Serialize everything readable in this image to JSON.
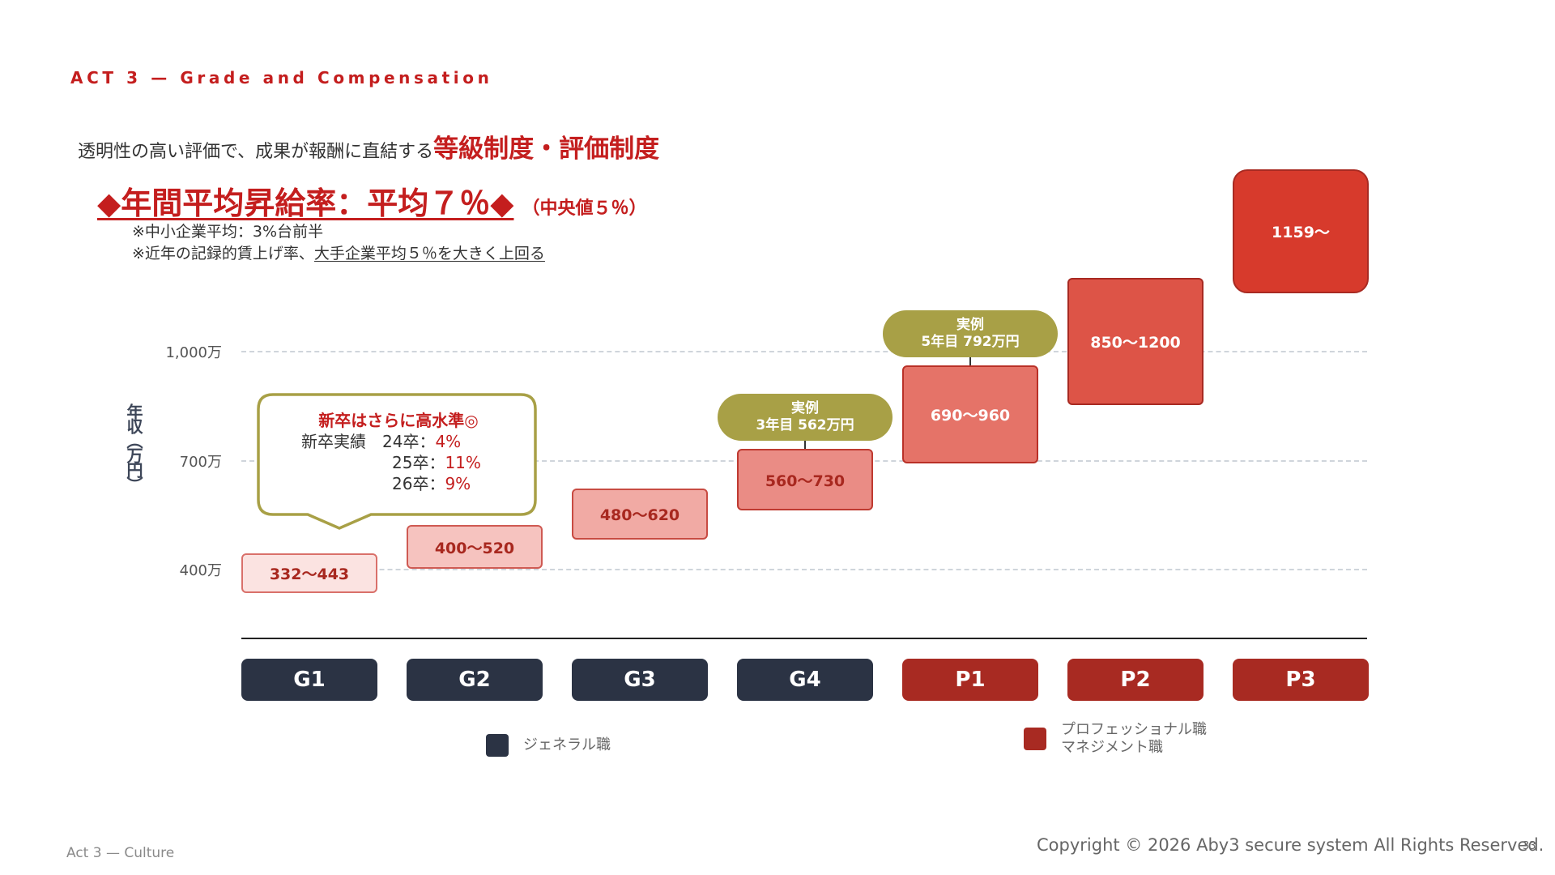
{
  "header": {
    "act_title": "ACT 3 — Grade and Compensation"
  },
  "lead": {
    "normal": "透明性の高い評価で、成果が報酬に直結する",
    "emphasis": "等級制度・評価制度"
  },
  "raise": {
    "headline": "◆年間平均昇給率：平均７％◆",
    "sub": "（中央値５％）",
    "note1": "※中小企業平均：3%台前半",
    "note2_prefix": "※近年の記録的賃上げ率、",
    "note2_underlined": "大手企業平均５％を大きく上回る"
  },
  "chart_data": {
    "type": "range-bar",
    "ylabel": "年収（万円）",
    "y_ticks": [
      {
        "label": "400万",
        "value": 400
      },
      {
        "label": "700万",
        "value": 700
      },
      {
        "label": "1,000万",
        "value": 1000
      }
    ],
    "ylim": [
      200,
      1500
    ],
    "grid": true,
    "categories": [
      "G1",
      "G2",
      "G3",
      "G4",
      "P1",
      "P2",
      "P3"
    ],
    "ranges": [
      {
        "grade": "G1",
        "label": "332〜443",
        "min": 332,
        "max": 443
      },
      {
        "grade": "G2",
        "label": "400〜520",
        "min": 400,
        "max": 520
      },
      {
        "grade": "G3",
        "label": "480〜620",
        "min": 480,
        "max": 620
      },
      {
        "grade": "G4",
        "label": "560〜730",
        "min": 560,
        "max": 730
      },
      {
        "grade": "P1",
        "label": "690〜960",
        "min": 690,
        "max": 960
      },
      {
        "grade": "P2",
        "label": "850〜1200",
        "min": 850,
        "max": 1200
      },
      {
        "grade": "P3",
        "label": "1159〜",
        "min": 1159,
        "max": null
      }
    ],
    "examples": [
      {
        "grade": "G4",
        "line1": "実例",
        "line2": "3年目 562万円",
        "value": 562
      },
      {
        "grade": "P1",
        "line1": "実例",
        "line2": "5年目 792万円",
        "value": 792
      }
    ],
    "callout": {
      "title": "新卒はさらに高水準◎",
      "rows": [
        {
          "prefix": "新卒実績　24卒：",
          "value": "4%"
        },
        {
          "prefix": "25卒：",
          "value": "11%"
        },
        {
          "prefix": "26卒：",
          "value": "9%"
        }
      ]
    },
    "legend": [
      {
        "label": "ジェネラル職",
        "color": "#2b3344"
      },
      {
        "label": "プロフェッショナル職",
        "label2": "マネジメント職",
        "color": "#a82a22"
      }
    ]
  },
  "colors": {
    "general": "#2b3344",
    "professional": "#a82a22",
    "accent": "#c41e1e",
    "example": "#a8a046"
  },
  "footer": {
    "left": "Act 3 — Culture",
    "copyright": "Copyright © 2026 Aby3 secure system All Rights Reserved.",
    "page": "33"
  }
}
